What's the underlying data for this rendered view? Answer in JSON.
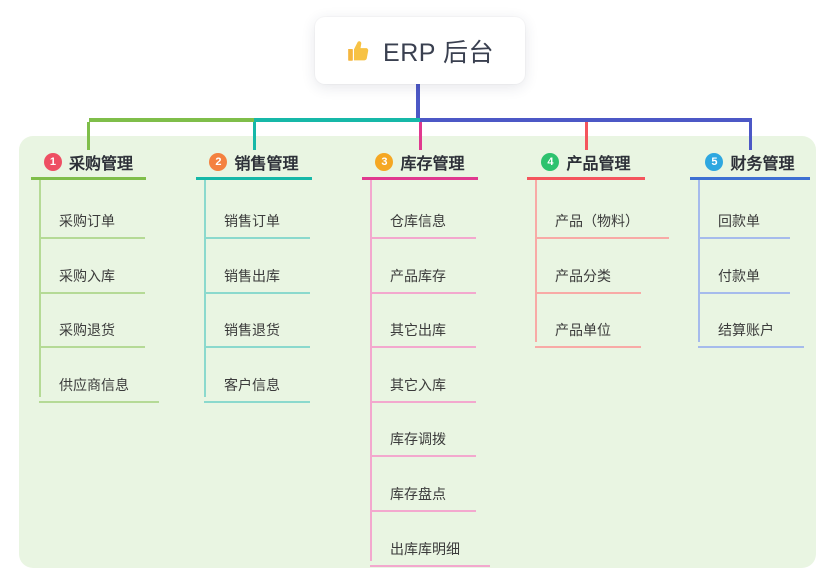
{
  "root": {
    "title": "ERP 后台",
    "icon": "thumbs-up-icon"
  },
  "colors": {
    "canvas_bg": "#ffffff",
    "panel_bg": "#e9f5e2",
    "trunk": "#4c58c6"
  },
  "branches": [
    {
      "id": "purchase",
      "number": "1",
      "label": "采购管理",
      "badge_color": "#ee4f63",
      "line_color": "#7fbe4a",
      "child_line_color": "#b5da96",
      "children": [
        "采购订单",
        "采购入库",
        "采购退货",
        "供应商信息"
      ]
    },
    {
      "id": "sales",
      "number": "2",
      "label": "销售管理",
      "badge_color": "#f4813f",
      "line_color": "#16b8a8",
      "child_line_color": "#8bd9cd",
      "children": [
        "销售订单",
        "销售出库",
        "销售退货",
        "客户信息"
      ]
    },
    {
      "id": "inventory",
      "number": "3",
      "label": "库存管理",
      "badge_color": "#f5a723",
      "line_color": "#e0398f",
      "child_line_color": "#f3a8ce",
      "children": [
        "仓库信息",
        "产品库存",
        "其它出库",
        "其它入库",
        "库存调拨",
        "库存盘点",
        "出库库明细"
      ]
    },
    {
      "id": "product",
      "number": "4",
      "label": "产品管理",
      "badge_color": "#2dc26e",
      "line_color": "#f4555d",
      "child_line_color": "#f8aaa6",
      "children": [
        "产品（物料）",
        "产品分类",
        "产品单位"
      ]
    },
    {
      "id": "finance",
      "number": "5",
      "label": "财务管理",
      "badge_color": "#2ea7e0",
      "line_color": "#3e70d2",
      "child_line_color": "#a6bbec",
      "children": [
        "回款单",
        "付款单",
        "结算账户"
      ]
    }
  ]
}
